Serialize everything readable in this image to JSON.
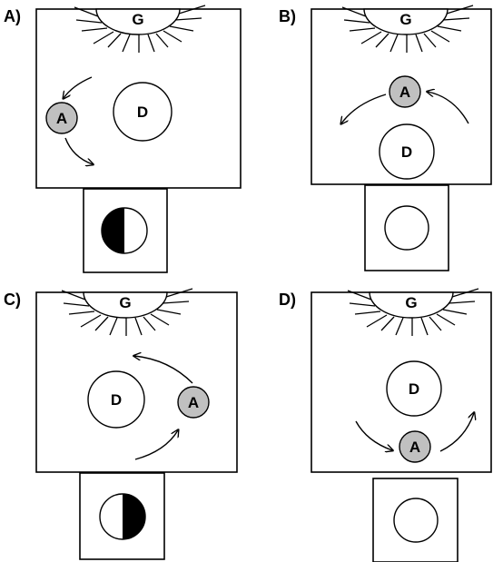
{
  "colors": {
    "moon_fill": "#c0c0c0",
    "line": "#000000",
    "background": "#ffffff"
  },
  "panels": [
    {
      "label": "A)",
      "sun_label": "G",
      "moon_label": "A",
      "earth_label": "D",
      "inset_phase": "first-quarter-left-dark"
    },
    {
      "label": "B)",
      "sun_label": "G",
      "moon_label": "A",
      "earth_label": "D",
      "inset_phase": "full"
    },
    {
      "label": "C)",
      "sun_label": "G",
      "moon_label": "A",
      "earth_label": "D",
      "inset_phase": "last-quarter-right-dark"
    },
    {
      "label": "D)",
      "sun_label": "G",
      "moon_label": "A",
      "earth_label": "D",
      "inset_phase": "full"
    }
  ]
}
